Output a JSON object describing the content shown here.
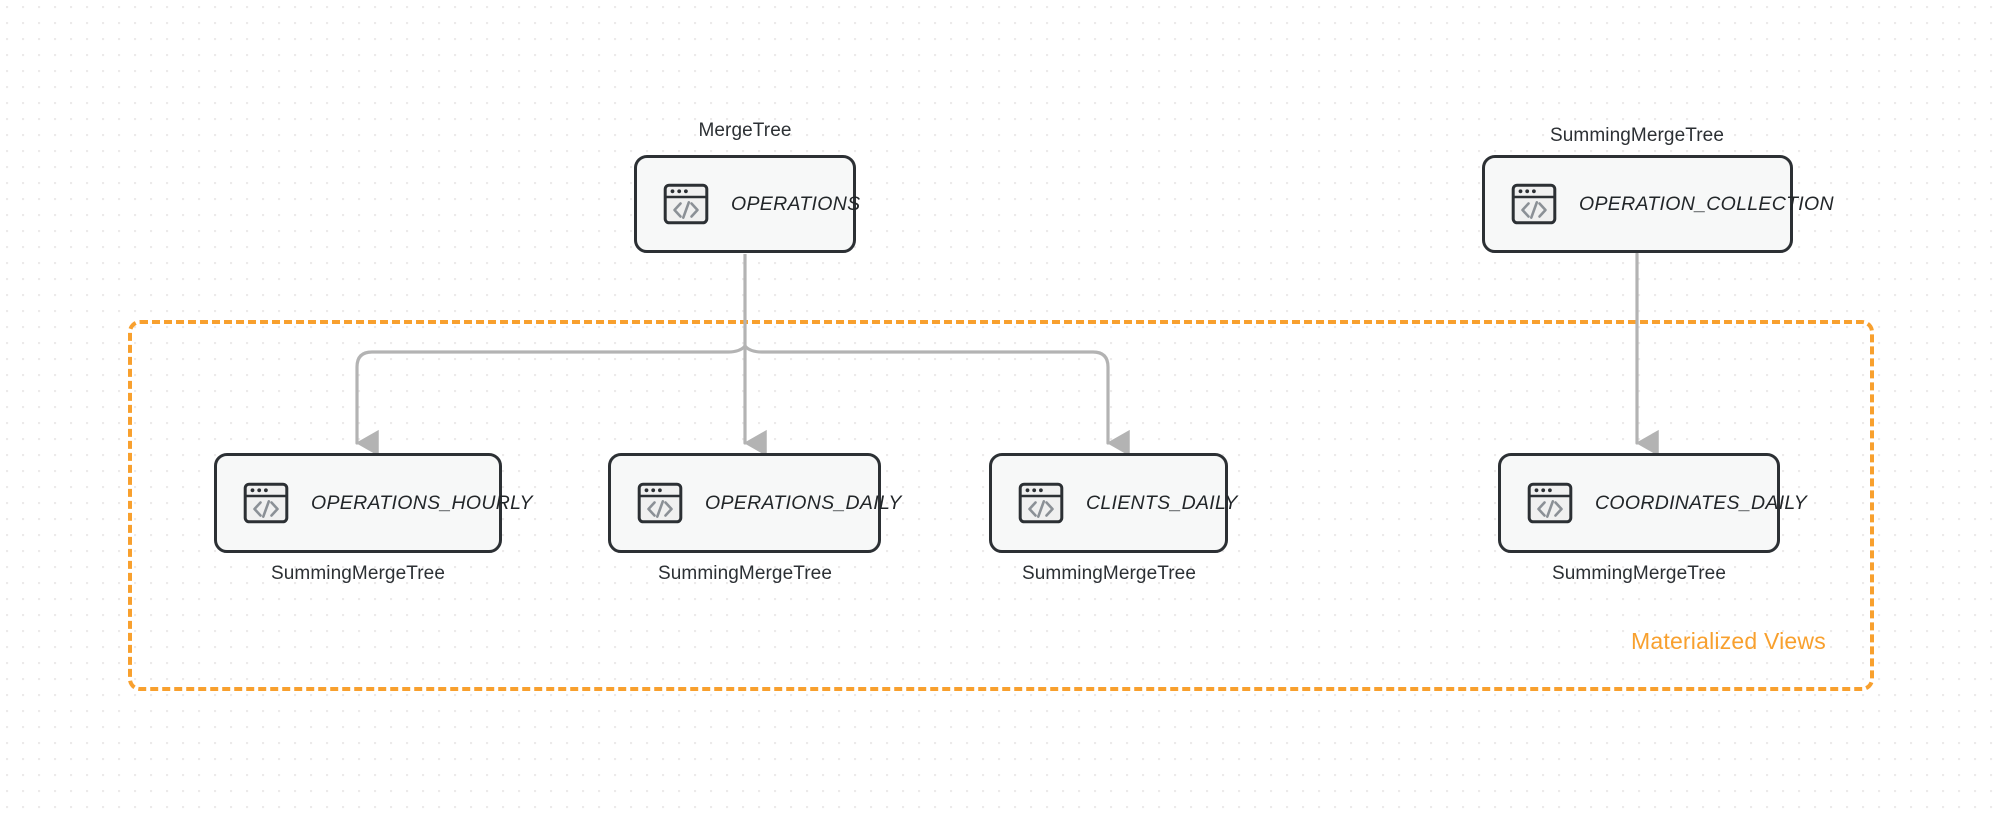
{
  "diagram": {
    "title": "ClickHouse table and materialized view topology",
    "background": "#ffffff",
    "accent_color": "#F8A02E",
    "node_border_color": "#2c3034",
    "node_fill_color": "#f7f8f8",
    "edge_color": "#b3b3b3"
  },
  "group": {
    "label": "Materialized Views",
    "color": "#F8A02E",
    "style": "dashed"
  },
  "nodes": [
    {
      "id": "operations",
      "label": "OPERATIONS",
      "engine": "MergeTree",
      "engine_position": "above",
      "icon": "code-window-icon"
    },
    {
      "id": "operation_collection",
      "label": "OPERATION_COLLECTION",
      "engine": "SummingMergeTree",
      "engine_position": "above",
      "icon": "code-window-icon"
    },
    {
      "id": "operations_hourly",
      "label": "OPERATIONS_HOURLY",
      "engine": "SummingMergeTree",
      "engine_position": "below",
      "icon": "code-window-icon"
    },
    {
      "id": "operations_daily",
      "label": "OPERATIONS_DAILY",
      "engine": "SummingMergeTree",
      "engine_position": "below",
      "icon": "code-window-icon"
    },
    {
      "id": "clients_daily",
      "label": "CLIENTS_DAILY",
      "engine": "SummingMergeTree",
      "engine_position": "below",
      "icon": "code-window-icon"
    },
    {
      "id": "coordinates_daily",
      "label": "COORDINATES_DAILY",
      "engine": "SummingMergeTree",
      "engine_position": "below",
      "icon": "code-window-icon"
    }
  ],
  "edges": [
    {
      "from": "operations",
      "to": "operations_hourly"
    },
    {
      "from": "operations",
      "to": "operations_daily"
    },
    {
      "from": "operations",
      "to": "clients_daily"
    },
    {
      "from": "operation_collection",
      "to": "coordinates_daily"
    }
  ]
}
